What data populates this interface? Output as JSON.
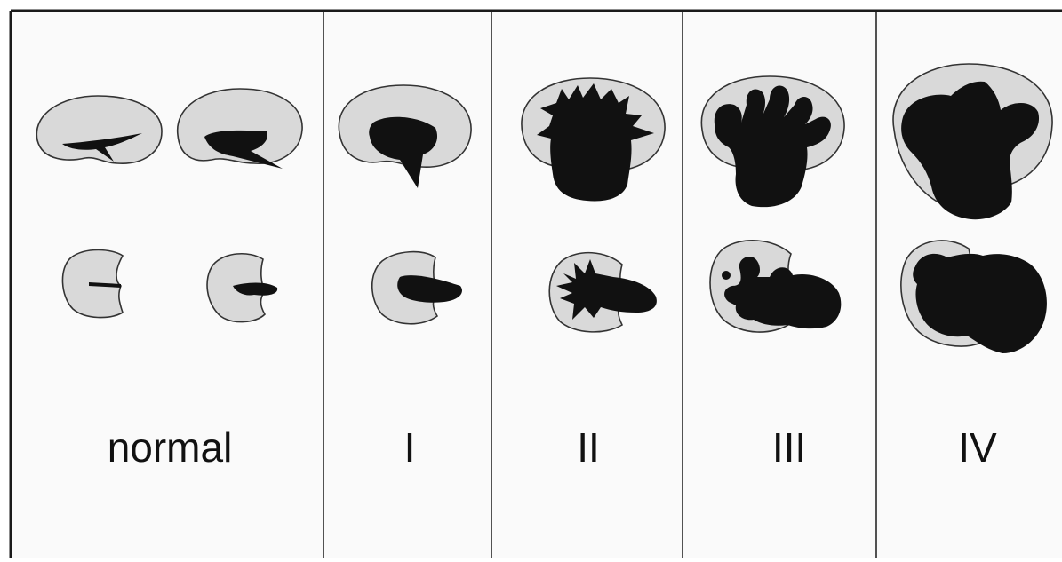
{
  "colors": {
    "background": "#ffffff",
    "panel_background": "#fafafa",
    "border": "#1a1a1a",
    "organ_fill": "#d9d9d9",
    "organ_outline": "#333333",
    "dilation_fill": "#111111"
  },
  "panels": [
    {
      "key": "normal",
      "label": "normal"
    },
    {
      "key": "grade1",
      "label": "I"
    },
    {
      "key": "grade2",
      "label": "II"
    },
    {
      "key": "grade3",
      "label": "III"
    },
    {
      "key": "grade4",
      "label": "IV"
    }
  ]
}
